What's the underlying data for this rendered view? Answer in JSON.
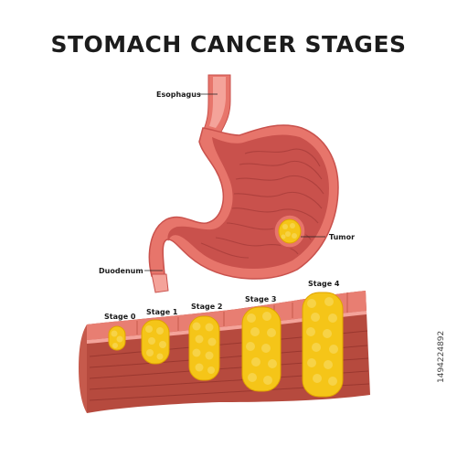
{
  "title": "STOMACH CANCER STAGES",
  "labels": {
    "esophagus": "Esophagus",
    "tumor": "Tumor",
    "duodenum": "Duodenum"
  },
  "stages": [
    "Stage 0",
    "Stage 1",
    "Stage 2",
    "Stage 3",
    "Stage 4"
  ],
  "image_id": "1494224892",
  "colors": {
    "stomach_outer": "#e7756b",
    "stomach_inner": "#c9514c",
    "mucosa_light": "#f4a39a",
    "tumor": "#f5c518",
    "tumor_outline": "#e0a300",
    "muscle": "#b64a3e",
    "muscle_dark": "#8f3029",
    "muscle_top": "#e87e72"
  }
}
